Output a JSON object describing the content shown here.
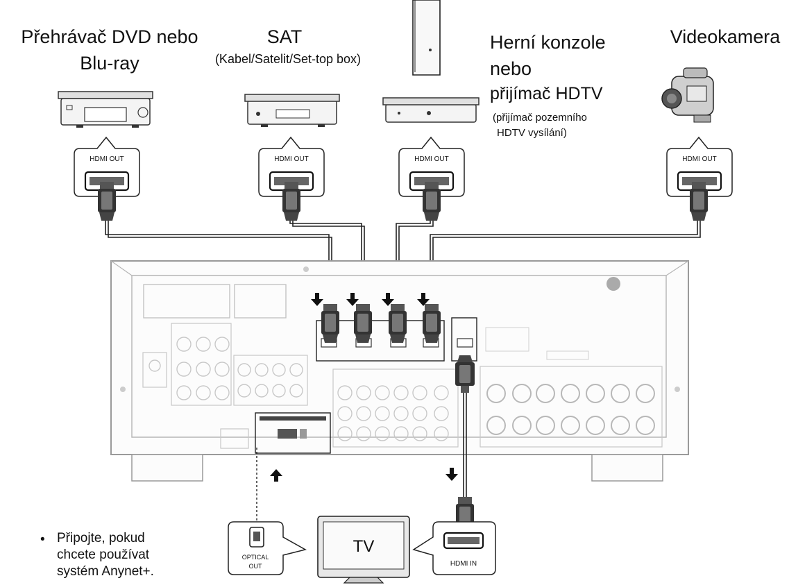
{
  "devices": {
    "dvd": {
      "line1": "Přehrávač DVD nebo",
      "line2": "Blu-ray",
      "port": "HDMI OUT"
    },
    "sat": {
      "title": "SAT",
      "subtitle": "(Kabel/Satelit/Set-top box)",
      "port": "HDMI OUT"
    },
    "console": {
      "line1": "Herní konzole",
      "line2": "nebo",
      "line3": "přijímač HDTV",
      "sub1": "(přijímač pozemního",
      "sub2": "HDTV vysílání)",
      "port": "HDMI OUT"
    },
    "camera": {
      "title": "Videokamera",
      "port": "HDMI OUT"
    }
  },
  "tv": {
    "screen_label": "TV",
    "optical": {
      "line1": "OPTICAL",
      "line2": "OUT"
    },
    "hdmi_in": "HDMI IN"
  },
  "note": {
    "bullet": "•",
    "line1": "Připojte, pokud",
    "line2": "chcete používat",
    "line3": "systém Anynet+."
  },
  "colors": {
    "line": "#222222",
    "receiver_outline": "#9a9a9a",
    "connector": "#333333"
  }
}
